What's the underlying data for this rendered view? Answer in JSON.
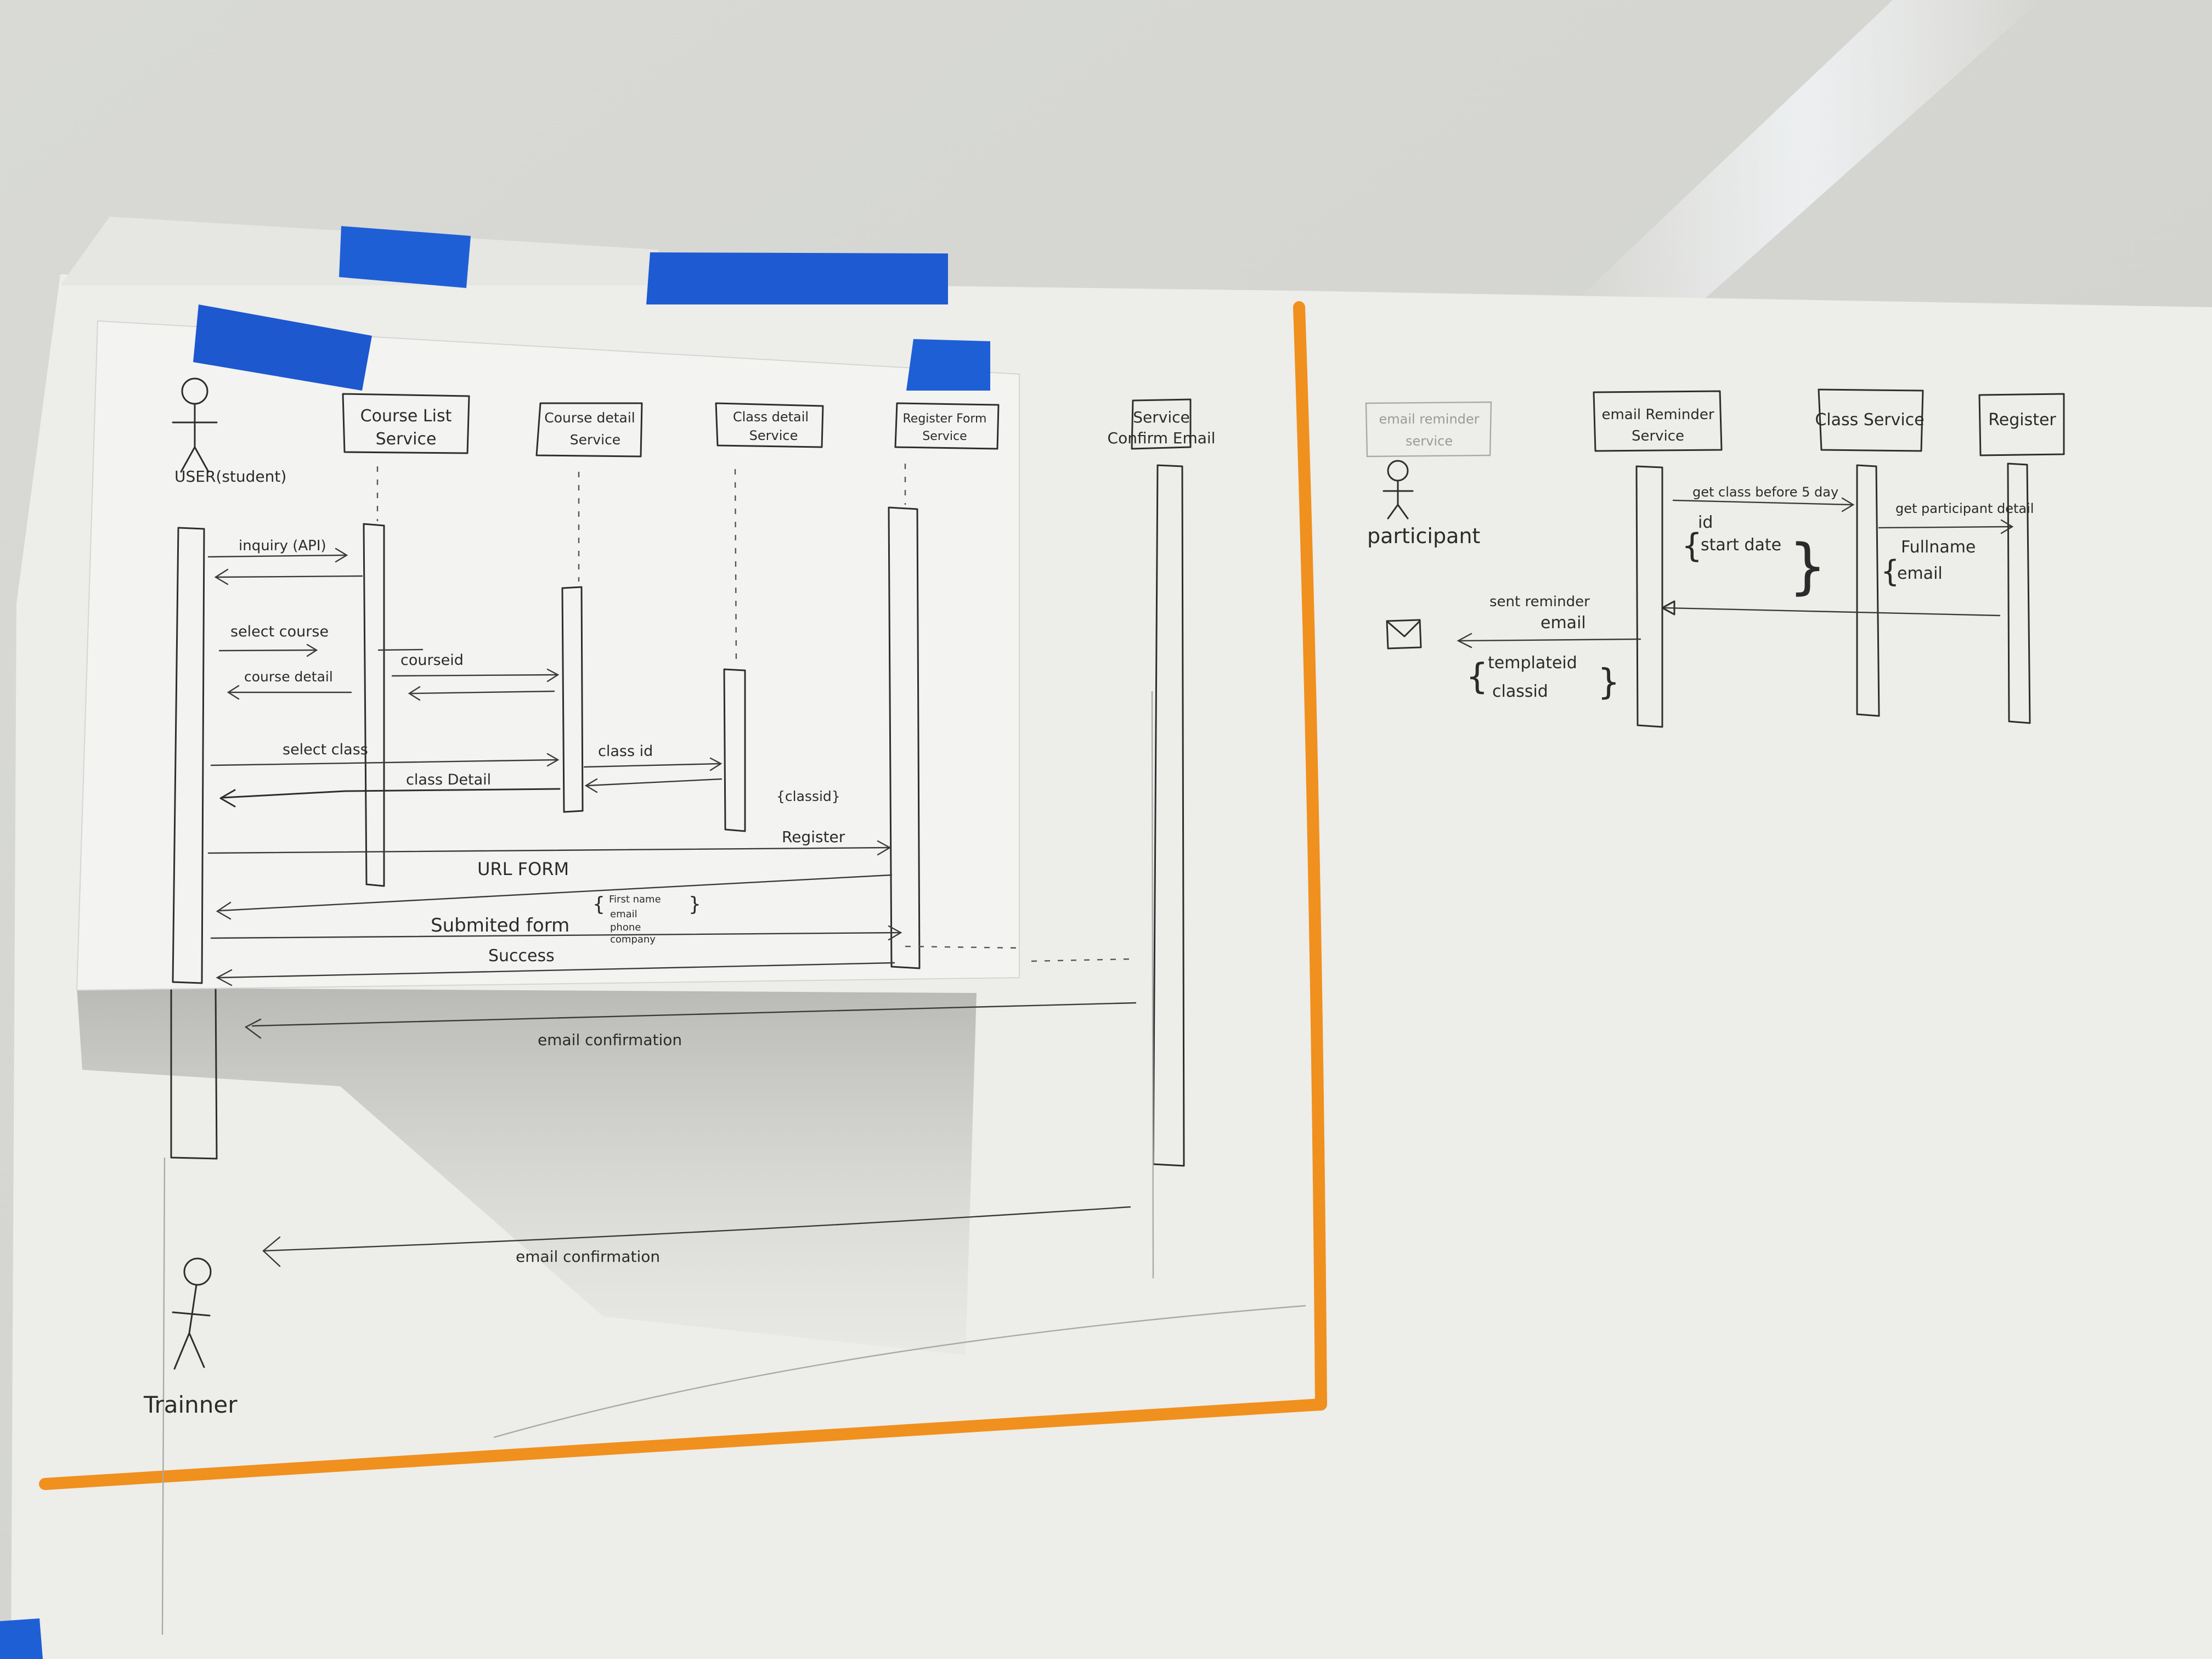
{
  "big_sheet": {
    "registration_flow": {
      "actor_user": "USER(student)",
      "lifelines": {
        "course_list": [
          "Course List",
          "Service"
        ],
        "course_detail": [
          "Course detail",
          "Service"
        ],
        "class_detail": [
          "Class detail",
          "Service"
        ],
        "register_form": [
          "Register Form",
          "Service"
        ],
        "confirm_email": [
          "Service",
          "Confirm Email"
        ]
      },
      "messages": {
        "inquiry": "inquiry (API)",
        "select_course": "select course",
        "course_detail_reply": "course detail",
        "courseid": "courseid",
        "select_class": "select class",
        "classid": "class id",
        "class_detail": "class Detail",
        "classid_braces": "{classid}",
        "register": "Register",
        "url_form": "URL FORM",
        "submitted_form": "Submited form",
        "form_fields": [
          "First name",
          "email",
          "phone",
          "company"
        ],
        "success": "Success",
        "email_confirmation_user": "email confirmation",
        "email_confirmation_trainer": "email confirmation"
      },
      "actor_trainer": "Trainner"
    },
    "reminder_flow": {
      "actor_participant": "participant",
      "faded_box": [
        "email reminder",
        "service"
      ],
      "lifelines": {
        "email_reminder": [
          "email Reminder",
          "Service"
        ],
        "class_service": "Class Service",
        "register": "Register"
      },
      "messages": {
        "get_class": "get class before 5 day",
        "get_class_fields": [
          "id",
          "start date"
        ],
        "get_participant": "get participant detail",
        "participant_fields": [
          "Fullname",
          "email"
        ],
        "sent_reminder": [
          "sent reminder",
          "email"
        ],
        "reminder_fields": [
          "templateid",
          "classid"
        ]
      }
    }
  },
  "colors": {
    "wall": "#d7d8d4",
    "paper": "#eeeeea",
    "ink": "#2e2e2e",
    "orange_marker": "#f0901e",
    "blue_tape": "#1f5fd6"
  }
}
